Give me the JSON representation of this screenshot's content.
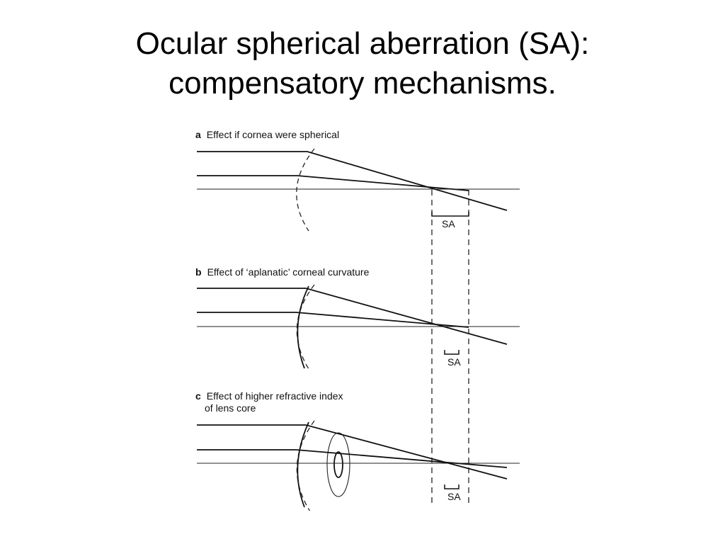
{
  "slide": {
    "title_line1": "Ocular spherical aberration (SA):",
    "title_line2": "compensatory mechanisms."
  },
  "diagram": {
    "panels": [
      {
        "letter": "a",
        "caption_lines": [
          "Effect if cornea were spherical"
        ],
        "sa_label": "SA"
      },
      {
        "letter": "b",
        "caption_lines": [
          "Effect of ‘aplanatic’ corneal curvature"
        ],
        "sa_label": "SA"
      },
      {
        "letter": "c",
        "caption_lines": [
          "Effect of higher refractive index",
          "of lens core"
        ],
        "sa_label": "SA"
      }
    ]
  }
}
